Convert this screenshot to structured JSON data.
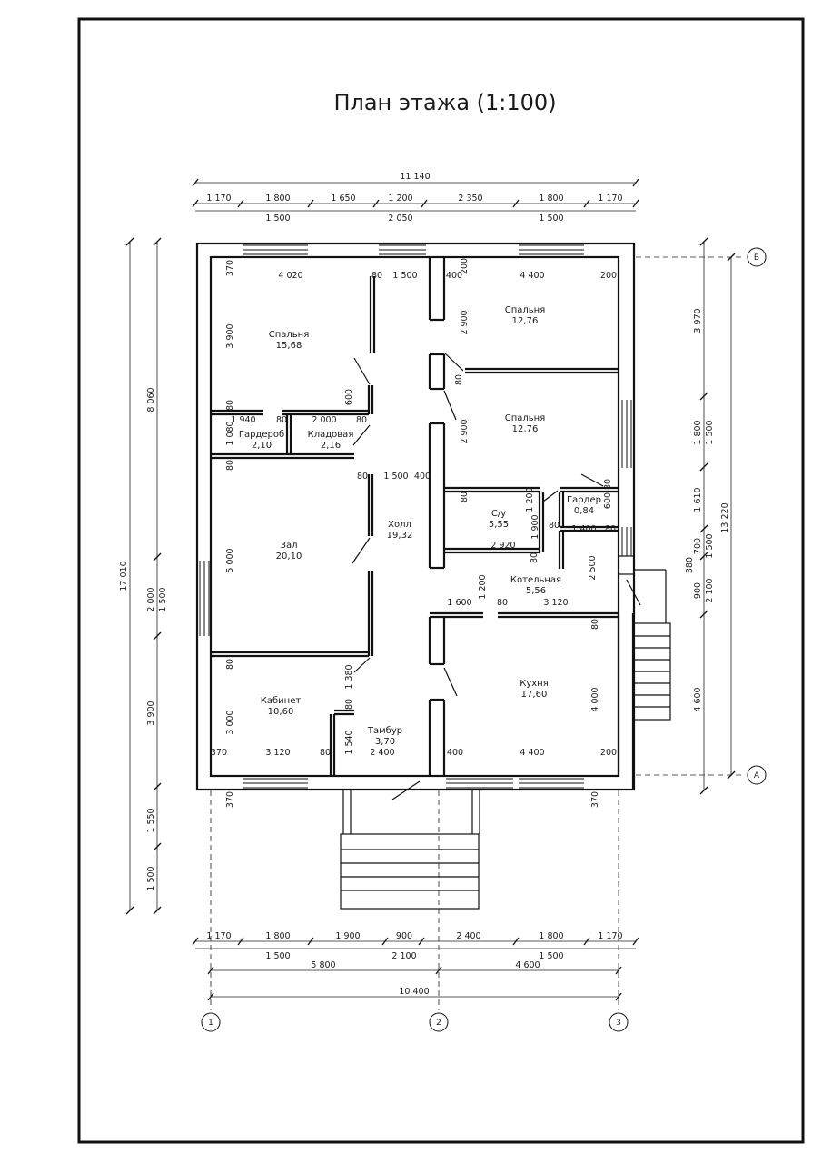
{
  "title": "План этажа (1:100)",
  "rooms": [
    {
      "id": "bed1",
      "name": "Спальня",
      "area": "15,68"
    },
    {
      "id": "bed2",
      "name": "Спальня",
      "area": "12,76"
    },
    {
      "id": "bed3",
      "name": "Спальня",
      "area": "12,76"
    },
    {
      "id": "wardrobe1",
      "name": "Гардероб",
      "area": "2,10"
    },
    {
      "id": "pantry",
      "name": "Кладовая",
      "area": "2,16"
    },
    {
      "id": "hall",
      "name": "Холл",
      "area": "19,32"
    },
    {
      "id": "bath",
      "name": "С/у",
      "area": "5,55"
    },
    {
      "id": "wardrobe2",
      "name": "Гардер",
      "area": "0,84"
    },
    {
      "id": "living",
      "name": "Зал",
      "area": "20,10"
    },
    {
      "id": "boiler",
      "name": "Котельная",
      "area": "5,56"
    },
    {
      "id": "kitchen",
      "name": "Кухня",
      "area": "17,60"
    },
    {
      "id": "office",
      "name": "Кабинет",
      "area": "10,60"
    },
    {
      "id": "vestibule",
      "name": "Тамбур",
      "area": "3,70"
    }
  ],
  "axes": {
    "b": "Б",
    "a": "А",
    "one": "1",
    "two": "2",
    "three": "3"
  },
  "dims": {
    "top_total": "11 140",
    "top_row1": [
      "1 170",
      "1 800",
      "1 650",
      "1 200",
      "2 350",
      "1 800",
      "1 170"
    ],
    "top_row2": [
      "1 500",
      "2 050",
      "1 500"
    ],
    "bot_row1": [
      "1 170",
      "1 800",
      "1 900",
      "900",
      "2 400",
      "1 800",
      "1 170"
    ],
    "bot_row2": [
      "1 500",
      "2 100",
      "1 500"
    ],
    "bot_axis": [
      "5 800",
      "4 600"
    ],
    "bot_total": "10 400",
    "left_outer": "17 010",
    "left_mid": [
      "8 060",
      "2 000",
      "1 500",
      "3 900",
      "1 550",
      "1 500"
    ],
    "right_outer": "13 220",
    "right_mid": [
      "3 970",
      "1 800",
      "1 500",
      "1 610",
      "700",
      "1 500",
      "900",
      "2 100",
      "4 600"
    ],
    "right_extra": "380",
    "inner": {
      "d370a": "370",
      "d4020": "4 020",
      "d80a": "80",
      "d1500a": "1 500",
      "d400a": "400",
      "d200a": "200",
      "d4400a": "4 400",
      "d200b": "200",
      "d3900a": "3 900",
      "d2900a": "2 900",
      "d80b": "80",
      "d600a": "600",
      "d80c": "80",
      "d1940": "1 940",
      "d80d": "80",
      "d2000": "2 000",
      "d80e": "80",
      "d1080": "1 080",
      "d2900b": "2 900",
      "d80f": "80",
      "d1500b": "1 500",
      "d400b": "400",
      "d80g": "80",
      "d80h": "80",
      "d1200a": "1 200",
      "d80i": "80",
      "d600b": "600",
      "d80j": "80",
      "d1900": "1 900",
      "d5000": "5 000",
      "d1400": "1 400",
      "d80k": "80",
      "d2920": "2 920",
      "d80l": "80",
      "d2500": "2 500",
      "d1200b": "1 200",
      "d1600": "1 600",
      "d80m": "80",
      "d3120a": "3 120",
      "d80n": "80",
      "d80o": "80",
      "d1380": "1 380",
      "d80p": "80",
      "d3000": "3 000",
      "d4000": "4 000",
      "d1540": "1 540",
      "d370b": "370",
      "d3120b": "3 120",
      "d80q": "80",
      "d2400": "2 400",
      "d400c": "400",
      "d4400b": "4 400",
      "d200c": "200",
      "d370c": "370",
      "d370d": "370"
    }
  }
}
